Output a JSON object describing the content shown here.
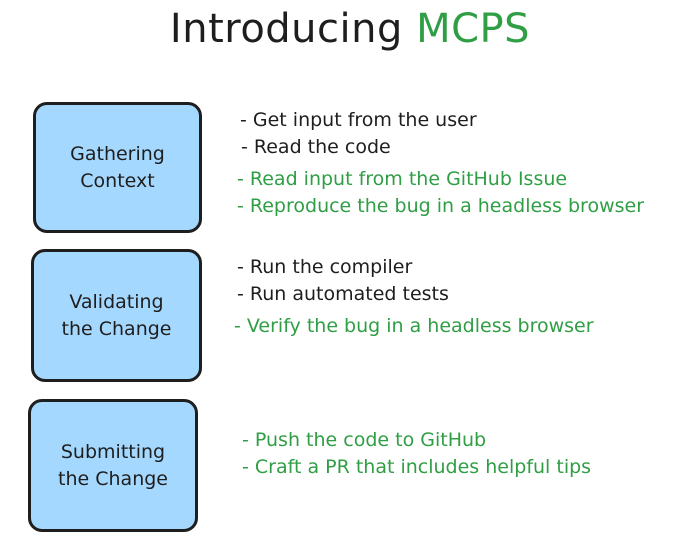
{
  "title": {
    "main": "Introducing",
    "highlight": "MCPS"
  },
  "colors": {
    "box_fill": "#a5d8ff",
    "box_stroke": "#1e1e1e",
    "text_black": "#1e1e1e",
    "text_green": "#2f9e44"
  },
  "stages": [
    {
      "label": "Gathering\nContext",
      "items": [
        {
          "text": "- Get input from the user",
          "color": "black"
        },
        {
          "text": "- Read the code",
          "color": "black"
        },
        {
          "text": "- Read input from the GitHub Issue",
          "color": "green"
        },
        {
          "text": "- Reproduce the bug in a headless browser",
          "color": "green"
        }
      ]
    },
    {
      "label": "Validating\nthe Change",
      "items": [
        {
          "text": "- Run the compiler",
          "color": "black"
        },
        {
          "text": "- Run automated tests",
          "color": "black"
        },
        {
          "text": "- Verify the bug in a headless browser",
          "color": "green"
        }
      ]
    },
    {
      "label": "Submitting\nthe Change",
      "items": [
        {
          "text": "- Push the code to GitHub",
          "color": "green"
        },
        {
          "text": "- Craft a PR that includes helpful tips",
          "color": "green"
        }
      ]
    }
  ]
}
